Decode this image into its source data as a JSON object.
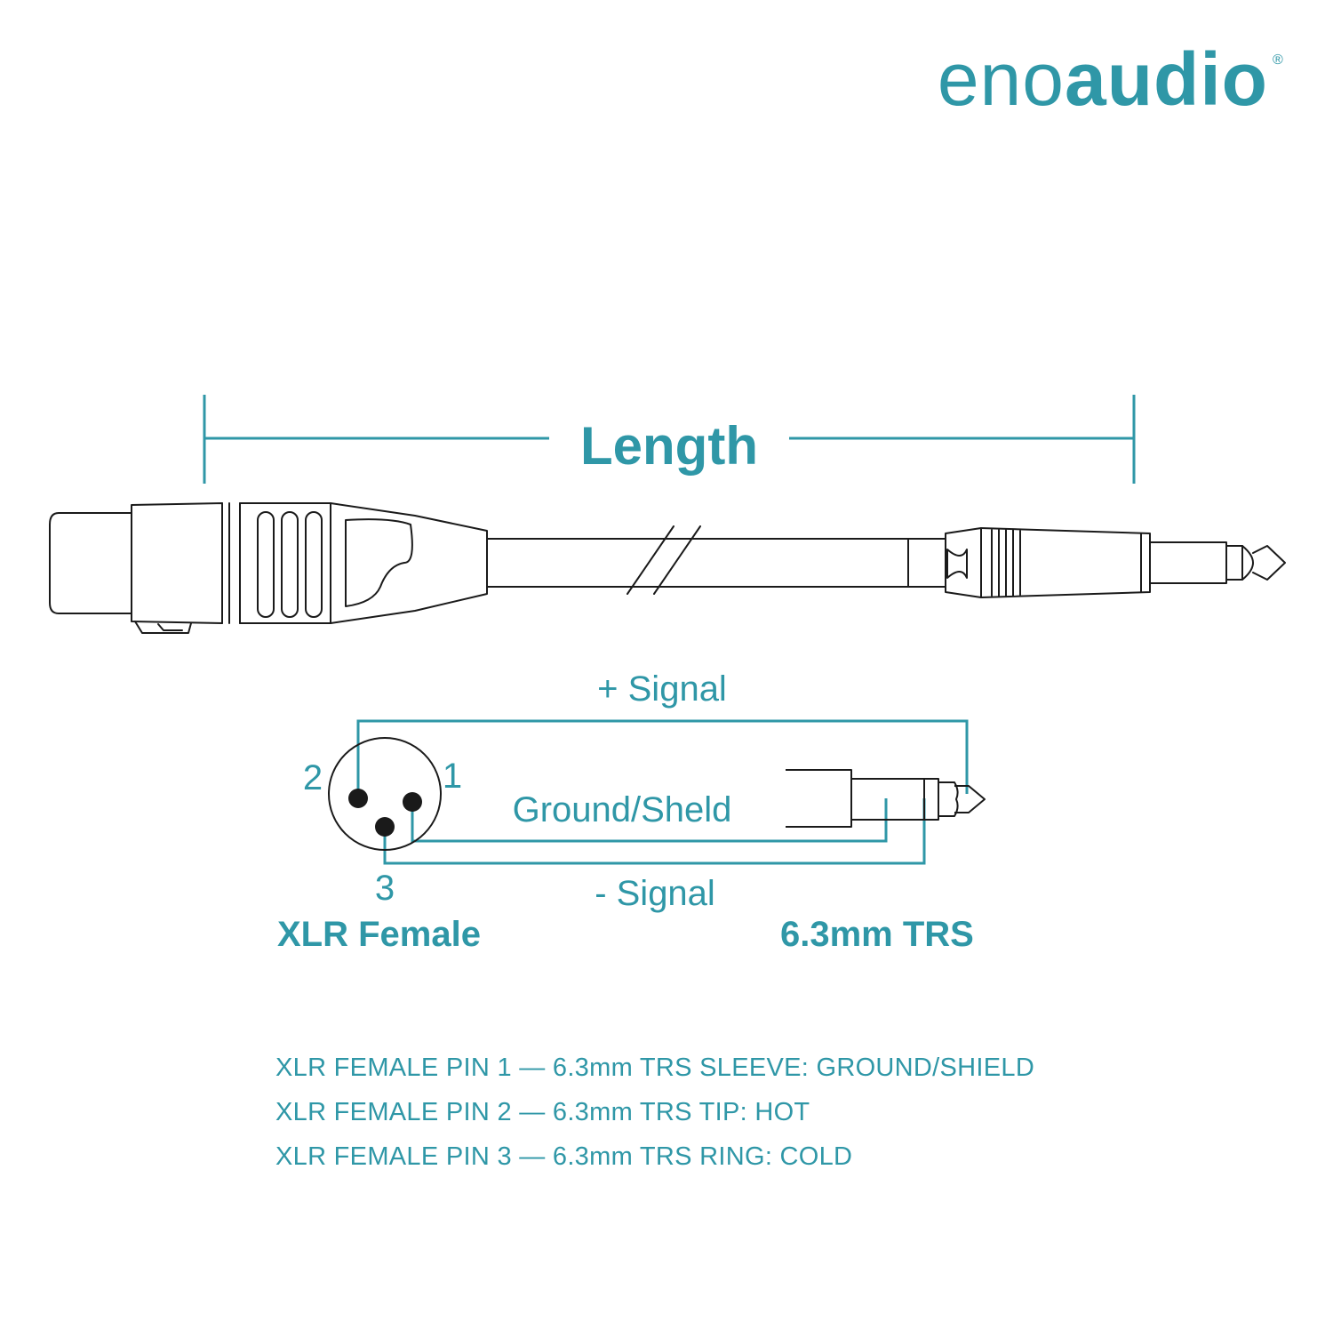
{
  "brand": {
    "name_light": "eno",
    "name_bold": "audio",
    "registered_mark": "®"
  },
  "colors": {
    "accent": "#2f97a7",
    "line": "#1a1a1a",
    "background": "#ffffff"
  },
  "diagram": {
    "length_label": "Length",
    "plus_signal_label": "+ Signal",
    "minus_signal_label": "- Signal",
    "ground_label": "Ground/Sheld",
    "pin_labels": {
      "pin1": "1",
      "pin2": "2",
      "pin3": "3"
    },
    "left_connector_label": "XLR Female",
    "right_connector_label": "6.3mm TRS"
  },
  "wiring_notes": [
    "XLR FEMALE PIN 1 — 6.3mm TRS SLEEVE: GROUND/SHIELD",
    "XLR FEMALE PIN 2 — 6.3mm TRS TIP: HOT",
    "XLR FEMALE PIN 3 — 6.3mm TRS RING: COLD"
  ]
}
